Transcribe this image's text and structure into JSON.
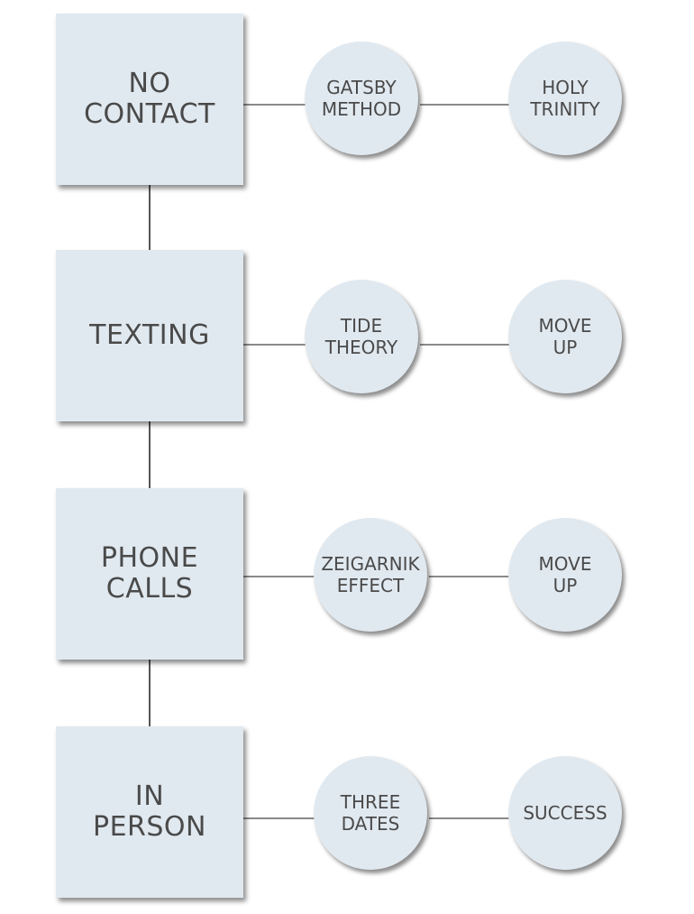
{
  "diagram": {
    "stages": [
      {
        "label": "NO\nCONTACT"
      },
      {
        "label": "TEXTING"
      },
      {
        "label": "PHONE\nCALLS"
      },
      {
        "label": "IN\nPERSON"
      }
    ],
    "steps": [
      {
        "first": "GATSBY\nMETHOD",
        "second": "HOLY\nTRINITY"
      },
      {
        "first": "TIDE\nTHEORY",
        "second": "MOVE\nUP"
      },
      {
        "first": "ZEIGARNIK\nEFFECT",
        "second": "MOVE\nUP"
      },
      {
        "first": "THREE\nDATES",
        "second": "SUCCESS"
      }
    ],
    "colors": {
      "shape_fill": "#e1e9f0",
      "text": "#4a4a4a",
      "vertical_connector": "#555555",
      "horizontal_connector": "#8a8a8a"
    }
  }
}
